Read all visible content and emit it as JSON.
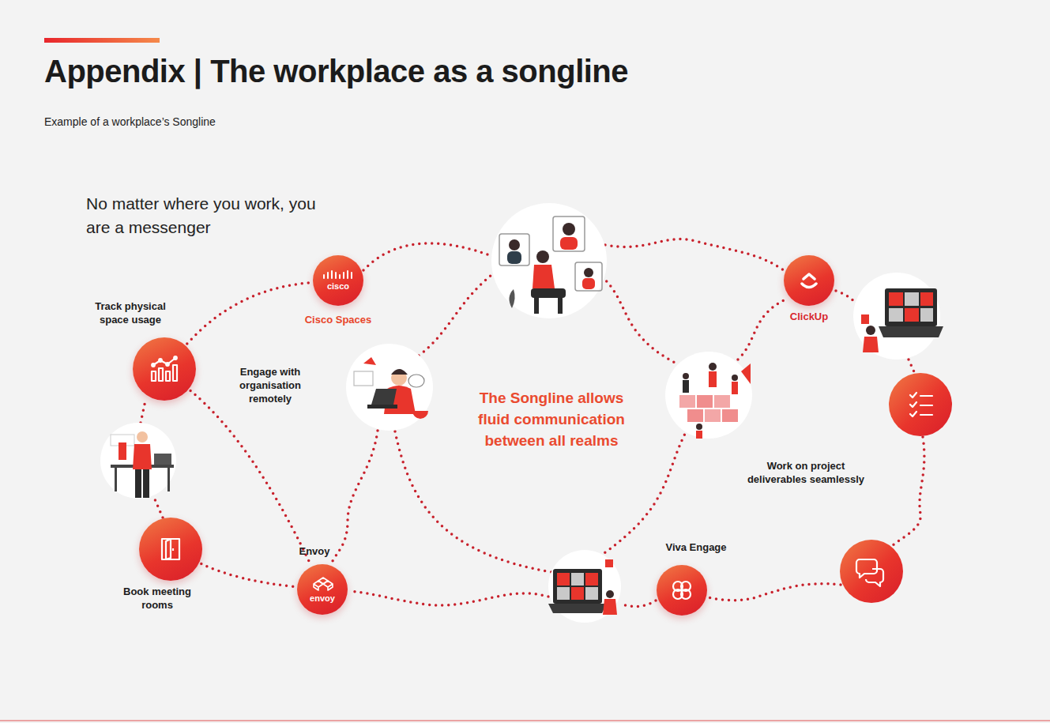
{
  "diagram": {
    "title": "Appendix | The workplace as a songline",
    "caption": "Example of a workplace’s Songline",
    "nodes": [
      {
        "text": [
          "Track physical space usage"
        ]
      },
      {
        "text": [
          "cisco",
          "Cisco Spaces"
        ]
      },
      {
        "text": [
          "ClickUp"
        ]
      },
      {
        "text": [
          "Book meeting rooms"
        ]
      },
      {
        "text": [
          "Envoy",
          "envoy"
        ]
      },
      {
        "text": [
          "Viva Engage"
        ]
      }
    ],
    "edges": [
      {
        "from": 0,
        "to": 1,
        "arrow": "none"
      },
      {
        "from": 0,
        "to": 4,
        "arrow": "none"
      },
      {
        "from": 3,
        "to": 4,
        "arrow": "none"
      }
    ],
    "labels": [
      "No matter where you work, you are a messenger",
      "Engage with organisation remotely",
      "The Songline allows fluid communication between all realms",
      "Work on project deliverables seamlessly"
    ]
  }
}
